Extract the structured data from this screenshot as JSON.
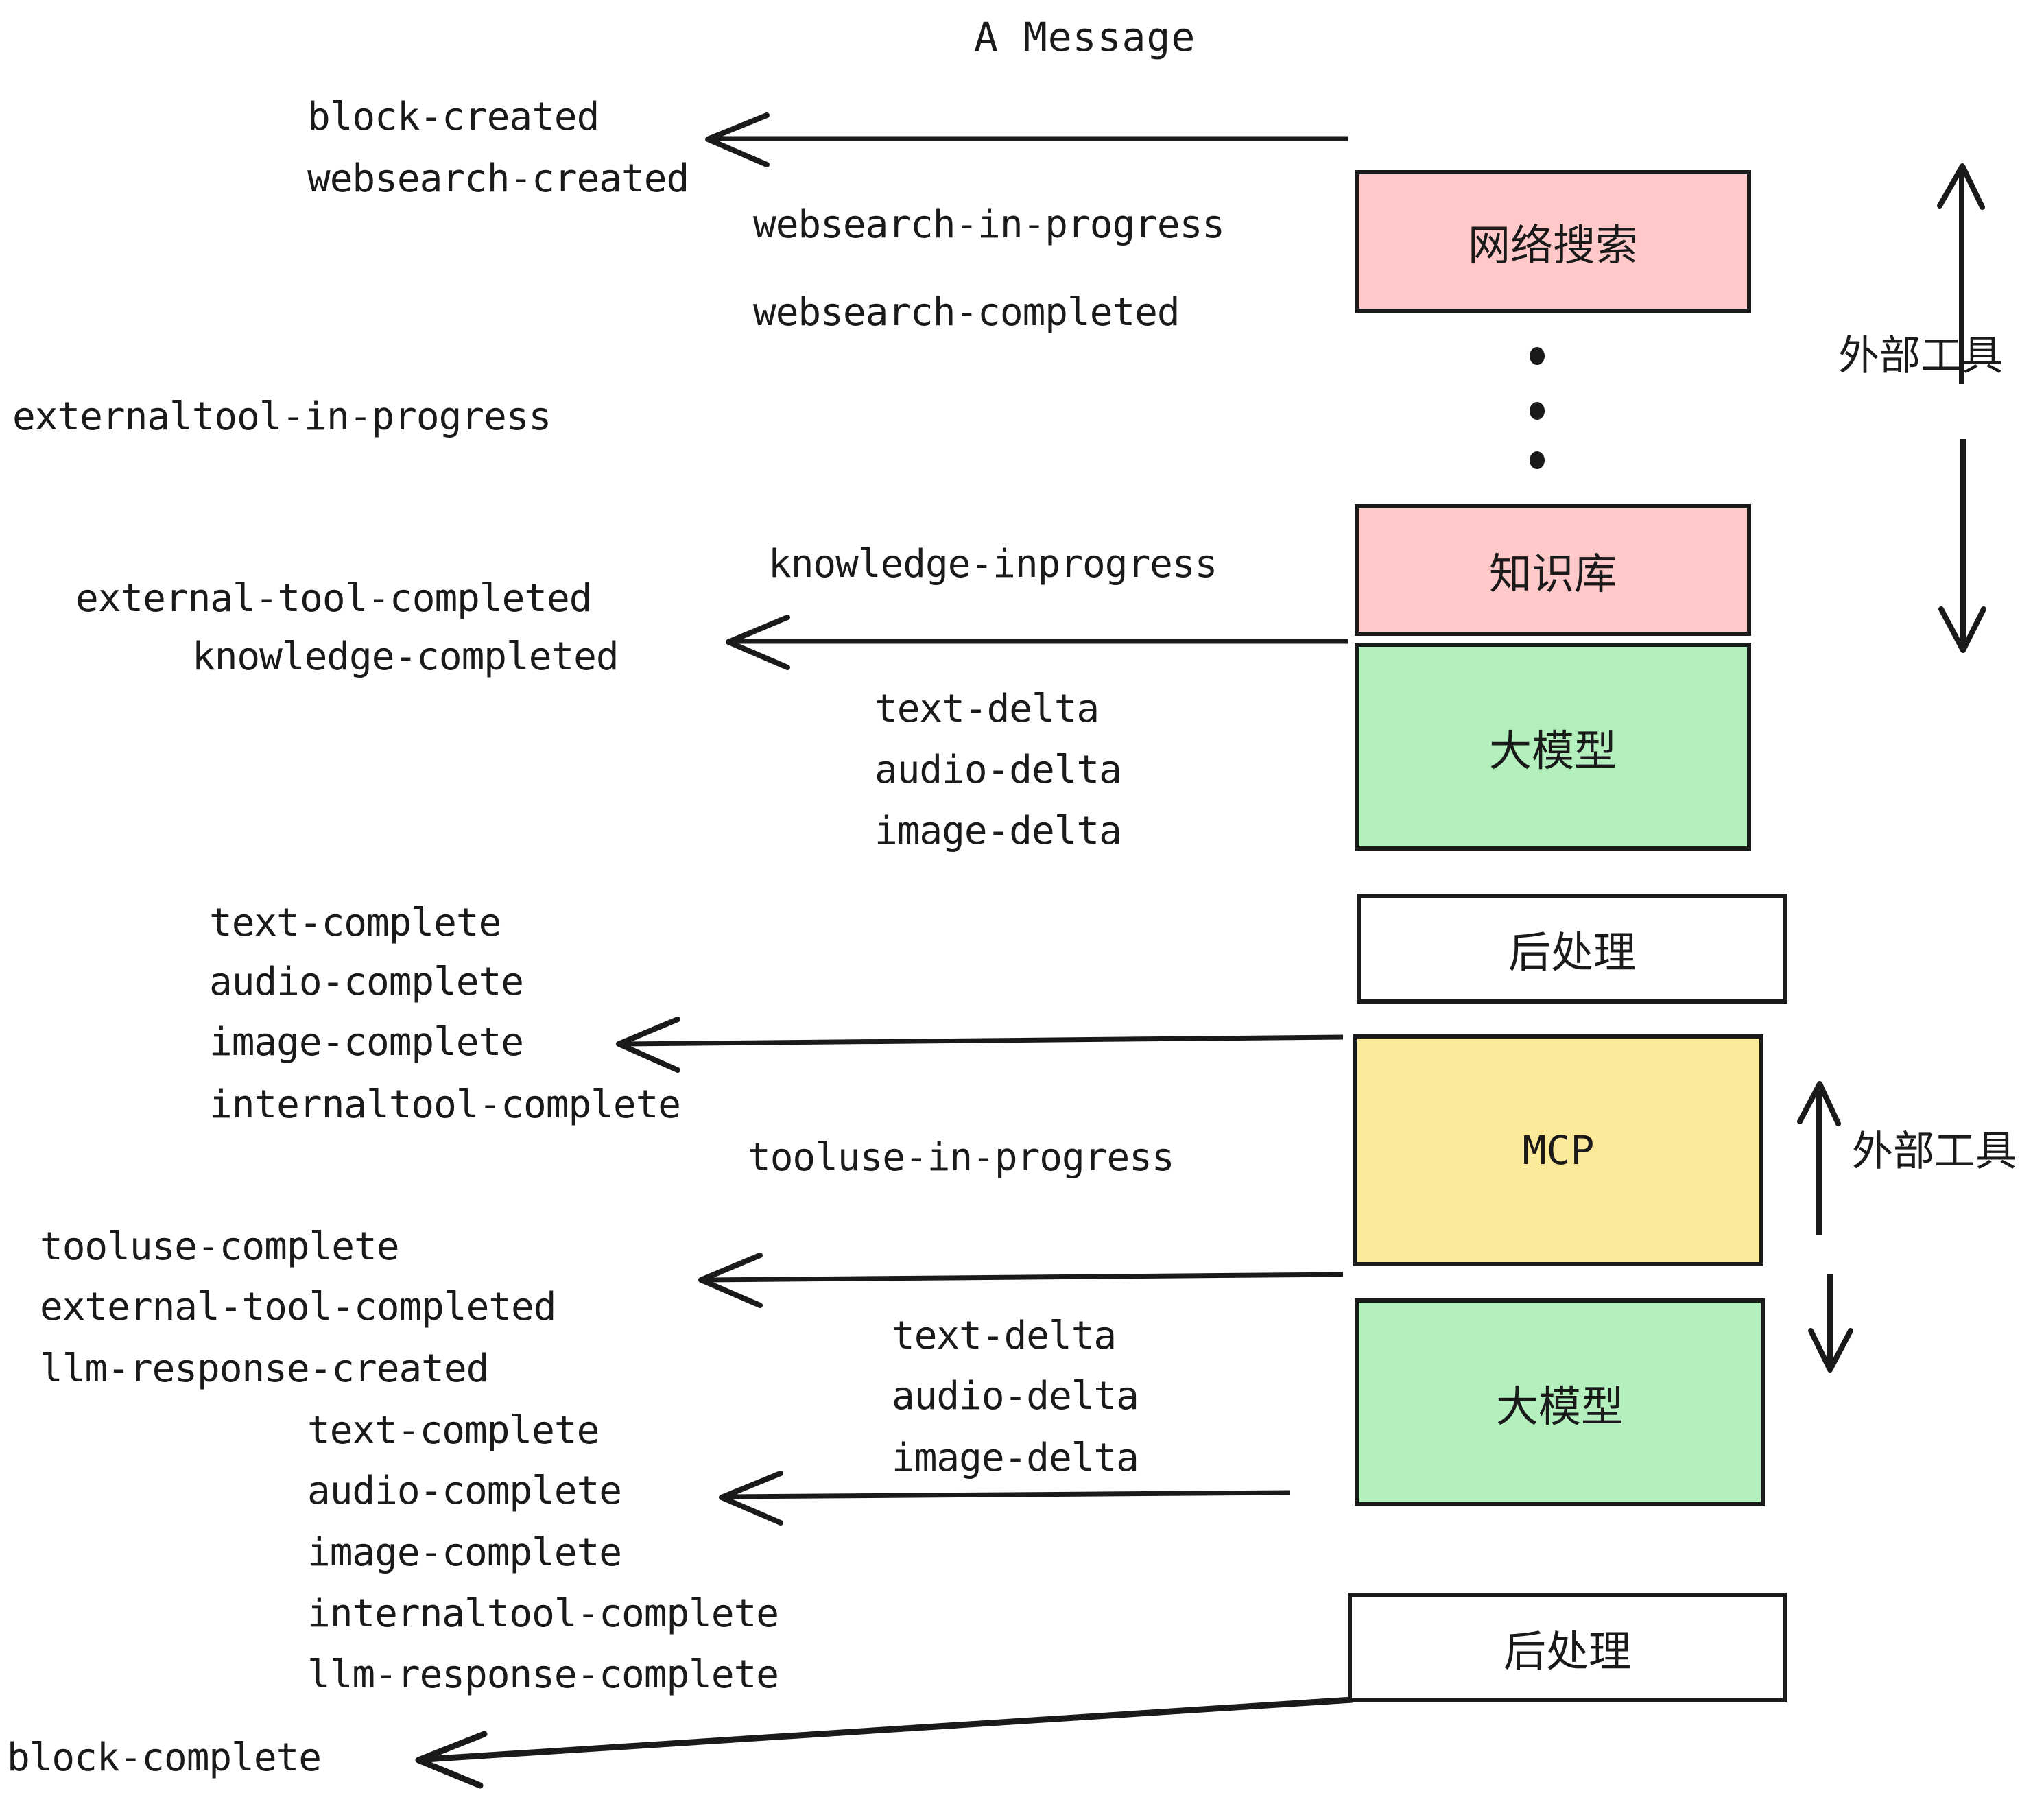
{
  "title": "A Message",
  "colors": {
    "pink": "#ffc9c9",
    "green": "#b3f0bd",
    "yellow": "#fcea9b",
    "stroke": "#1a1a1a",
    "background": "#ffffff"
  },
  "nodes": [
    {
      "id": "websearch",
      "label": "网络搜索",
      "fill": "pink"
    },
    {
      "id": "knowledge",
      "label": "知识库",
      "fill": "pink"
    },
    {
      "id": "llm-1",
      "label": "大模型",
      "fill": "green"
    },
    {
      "id": "postprocess-1",
      "label": "后处理",
      "fill": "plain"
    },
    {
      "id": "mcp",
      "label": "MCP",
      "fill": "yellow"
    },
    {
      "id": "llm-2",
      "label": "大模型",
      "fill": "green"
    },
    {
      "id": "postprocess-2",
      "label": "后处理",
      "fill": "plain"
    }
  ],
  "group_labels": [
    {
      "id": "external-tool-top",
      "label": "外部工具"
    },
    {
      "id": "external-tool-bottom",
      "label": "外部工具"
    }
  ],
  "events": [
    {
      "id": "block-created",
      "label": "block-created"
    },
    {
      "id": "websearch-created",
      "label": "websearch-created"
    },
    {
      "id": "websearch-in-progress",
      "label": "websearch-in-progress"
    },
    {
      "id": "websearch-completed",
      "label": "websearch-completed"
    },
    {
      "id": "externaltool-in-progress",
      "label": "externaltool-in-progress"
    },
    {
      "id": "knowledge-inprogress",
      "label": "knowledge-inprogress"
    },
    {
      "id": "external-tool-completed-1",
      "label": "external-tool-completed"
    },
    {
      "id": "knowledge-completed",
      "label": "knowledge-completed"
    },
    {
      "id": "text-delta-1",
      "label": "text-delta"
    },
    {
      "id": "audio-delta-1",
      "label": "audio-delta"
    },
    {
      "id": "image-delta-1",
      "label": "image-delta"
    },
    {
      "id": "text-complete-1",
      "label": "text-complete"
    },
    {
      "id": "audio-complete-1",
      "label": "audio-complete"
    },
    {
      "id": "image-complete-1",
      "label": "image-complete"
    },
    {
      "id": "internaltool-complete-1",
      "label": "internaltool-complete"
    },
    {
      "id": "tooluse-in-progress",
      "label": "tooluse-in-progress"
    },
    {
      "id": "tooluse-complete",
      "label": "tooluse-complete"
    },
    {
      "id": "external-tool-completed-2",
      "label": "external-tool-completed"
    },
    {
      "id": "llm-response-created",
      "label": "llm-response-created"
    },
    {
      "id": "text-delta-2",
      "label": "text-delta"
    },
    {
      "id": "audio-delta-2",
      "label": "audio-delta"
    },
    {
      "id": "image-delta-2",
      "label": "image-delta"
    },
    {
      "id": "text-complete-2",
      "label": "text-complete"
    },
    {
      "id": "audio-complete-2",
      "label": "audio-complete"
    },
    {
      "id": "image-complete-2",
      "label": "image-complete"
    },
    {
      "id": "internaltool-complete-2",
      "label": "internaltool-complete"
    },
    {
      "id": "llm-response-complete",
      "label": "llm-response-complete"
    },
    {
      "id": "block-complete",
      "label": "block-complete"
    }
  ],
  "ellipsis": {
    "id": "vertical-ellipsis",
    "dots": 3
  }
}
